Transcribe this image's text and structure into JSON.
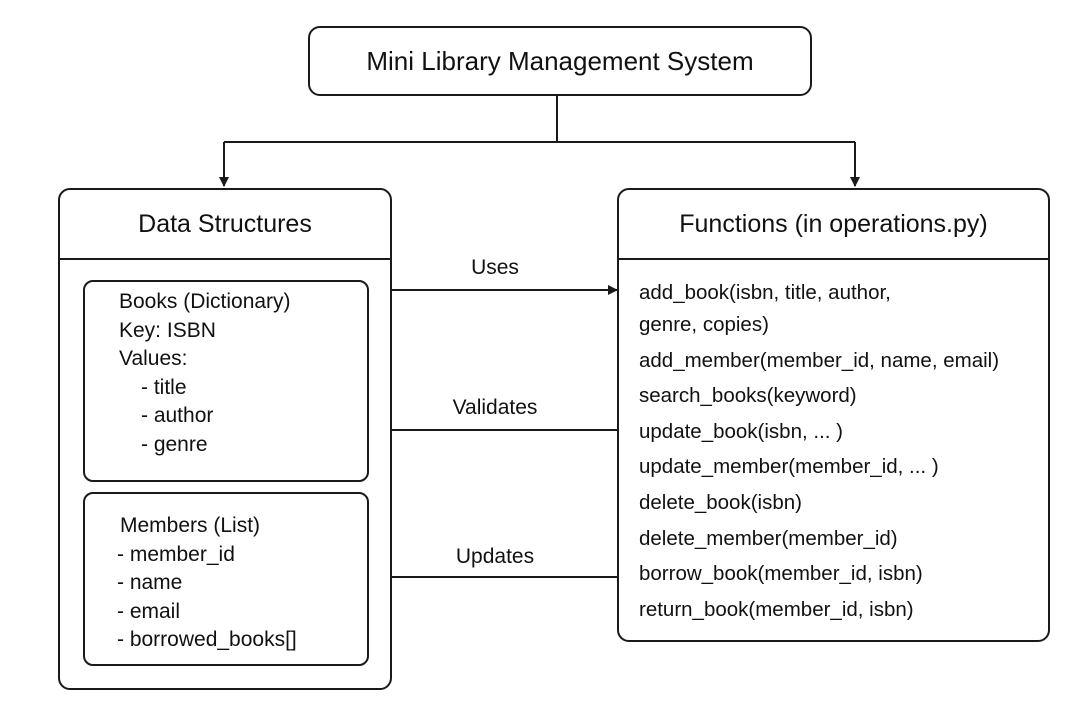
{
  "title": "Mini Library Management System",
  "data_structures": {
    "header": "Data Structures",
    "books": {
      "heading": "Books (Dictionary)",
      "key": "Key: ISBN",
      "values_label": "Values:",
      "fields": [
        "- title",
        "- author",
        "- genre"
      ]
    },
    "members": {
      "heading": "Members (List)",
      "fields": [
        "- member_id",
        "- name",
        "- email",
        "- borrowed_books[]"
      ]
    }
  },
  "functions": {
    "header": "Functions (in operations.py)",
    "items": [
      "add_book(isbn, title, author,",
      "genre, copies)",
      "add_member(member_id, name, email)",
      "search_books(keyword)",
      "update_book(isbn, ... )",
      "update_member(member_id, ... )",
      "delete_book(isbn)",
      "delete_member(member_id)",
      "borrow_book(member_id, isbn)",
      "return_book(member_id, isbn)"
    ]
  },
  "relations": {
    "uses": "Uses",
    "validates": "Validates",
    "updates": "Updates"
  }
}
